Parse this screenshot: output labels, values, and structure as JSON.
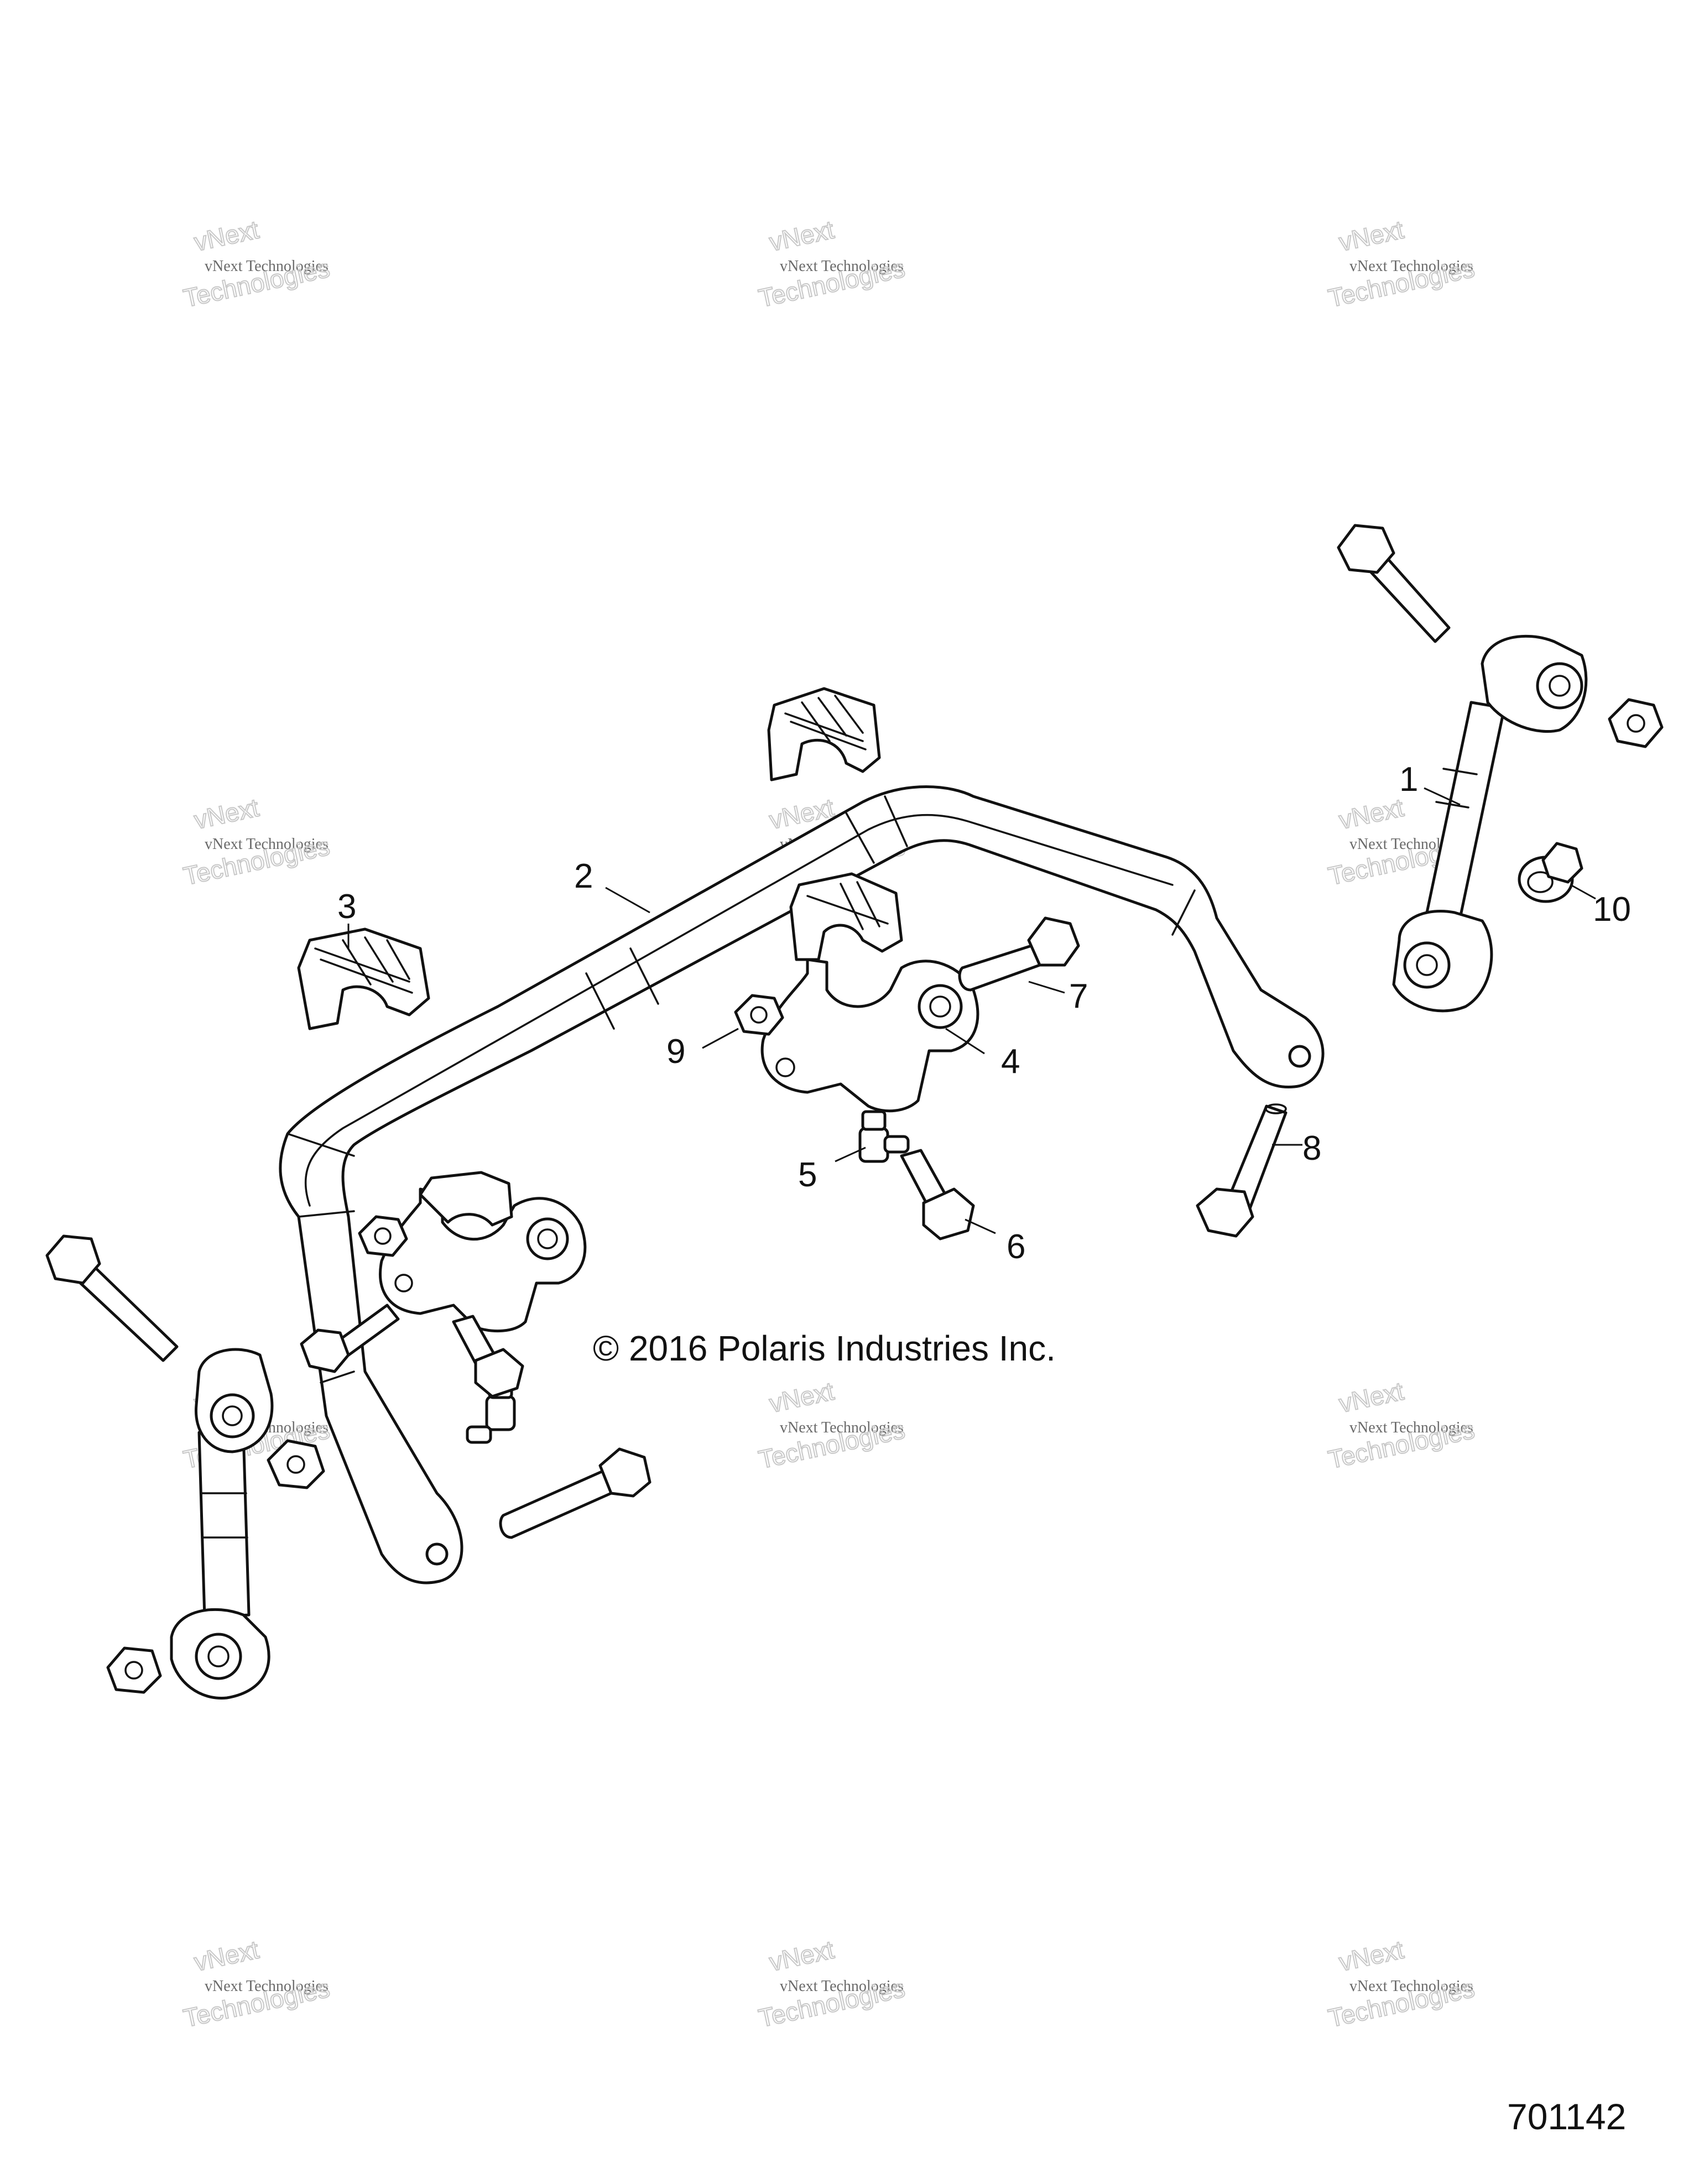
{
  "watermark": {
    "line1": "vNext Technologies",
    "line2": "Technologies",
    "line3": "vNext"
  },
  "callouts": [
    {
      "id": "1",
      "label": "1"
    },
    {
      "id": "2",
      "label": "2"
    },
    {
      "id": "3",
      "label": "3"
    },
    {
      "id": "4",
      "label": "4"
    },
    {
      "id": "5",
      "label": "5"
    },
    {
      "id": "6",
      "label": "6"
    },
    {
      "id": "7",
      "label": "7"
    },
    {
      "id": "8",
      "label": "8"
    },
    {
      "id": "9",
      "label": "9"
    },
    {
      "id": "10",
      "label": "10"
    }
  ],
  "copyright": "© 2016 Polaris Industries Inc.",
  "document_number": "701142",
  "colors": {
    "line": "#111111",
    "background": "#ffffff",
    "watermark": "#c8c8c8"
  }
}
